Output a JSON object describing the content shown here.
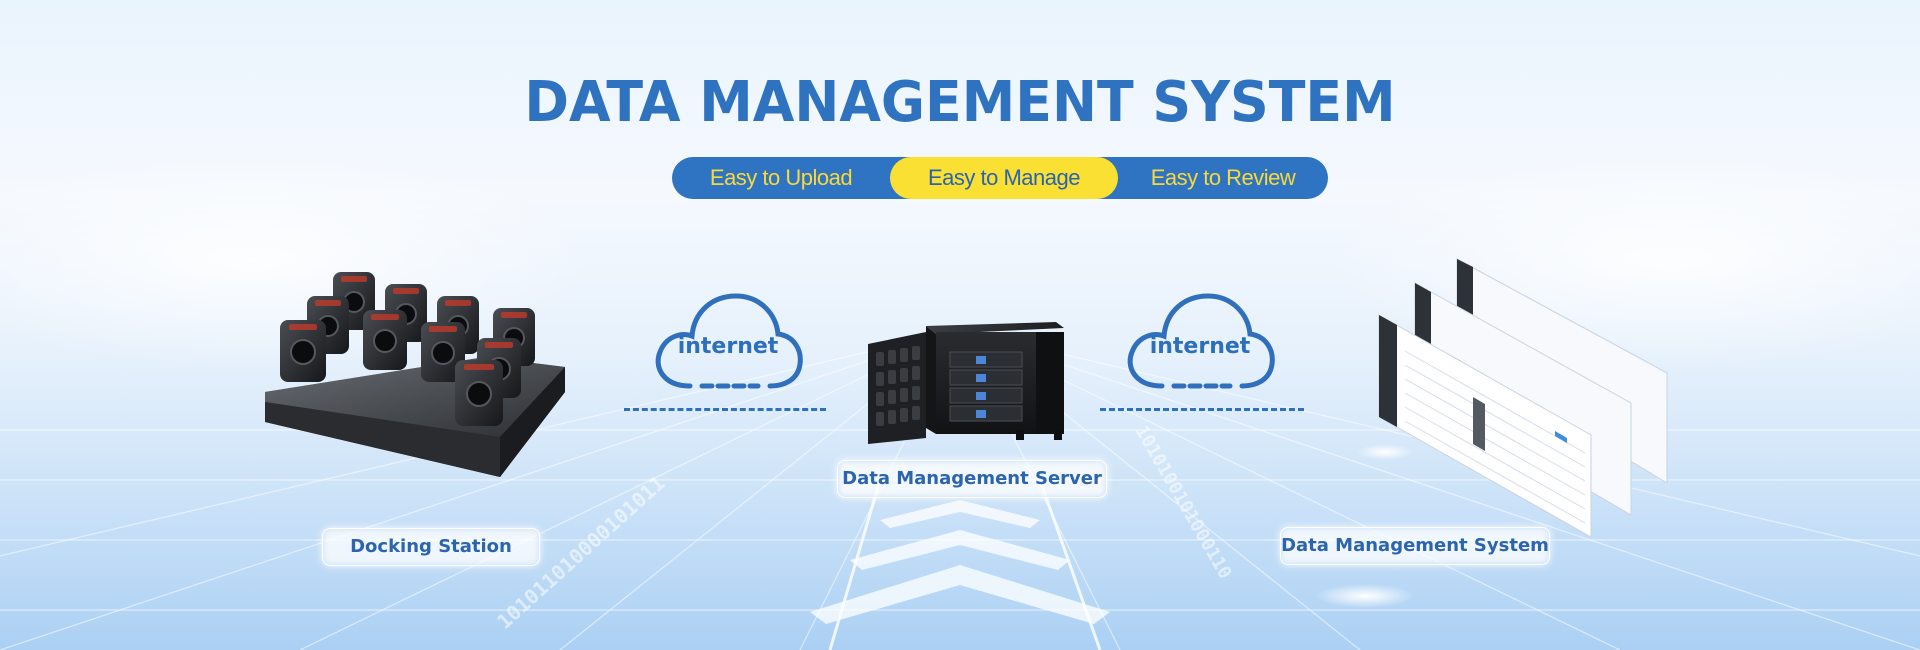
{
  "banner": {
    "title": "DATA MANAGEMENT SYSTEM",
    "features": [
      {
        "label": "Easy to Upload",
        "active": false
      },
      {
        "label": "Easy to Manage",
        "active": true
      },
      {
        "label": "Easy to Review",
        "active": false
      }
    ]
  },
  "diagram": {
    "cloud_left_label": "internet",
    "cloud_right_label": "internet",
    "docking_station_label": "Docking Station",
    "server_label": "Data Management Server",
    "system_label": "Data Management System",
    "floor_binary_left": "101011010000101011",
    "floor_binary_right": "1010100101000110"
  },
  "colors": {
    "title_blue": "#2e72c0",
    "pill_blue": "#2f73c3",
    "pill_yellow": "#fbe034",
    "pill_text_yellow": "#f7da3a"
  },
  "icons": {
    "cloud": "cloud-icon",
    "docking_station": "docking-station-image",
    "server": "server-image",
    "screens": "software-screens-image"
  }
}
